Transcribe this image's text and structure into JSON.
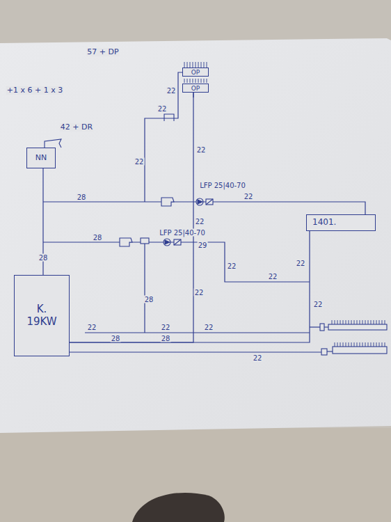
{
  "diagram": {
    "nodes": [
      {
        "text": [
          "OP"
        ]
      },
      {
        "text": [
          "OP"
        ]
      },
      {
        "text": [
          "NN"
        ]
      },
      {
        "text": [
          "1401."
        ]
      },
      {
        "text": [
          "K.",
          "19KW"
        ]
      }
    ],
    "edges": [
      {
        "from": 4,
        "to": 2,
        "arrow": "none",
        "label": "28"
      },
      {
        "from": 3,
        "to": 4,
        "arrow": "none",
        "label": "22"
      },
      {
        "from": 4,
        "to": 1,
        "arrow": "none",
        "label": "22"
      }
    ],
    "labels": [
      "57 + DP",
      "+1 x 6 + 1 x 3",
      "42 + DR",
      "22",
      "22",
      "22",
      "28",
      "LFP 25|40-70",
      "22",
      "22",
      "LFP 25|40-70",
      "28",
      "29",
      "22",
      "22",
      "28",
      "22",
      "22",
      "22",
      "28",
      "22",
      "28",
      "22",
      "22"
    ]
  }
}
